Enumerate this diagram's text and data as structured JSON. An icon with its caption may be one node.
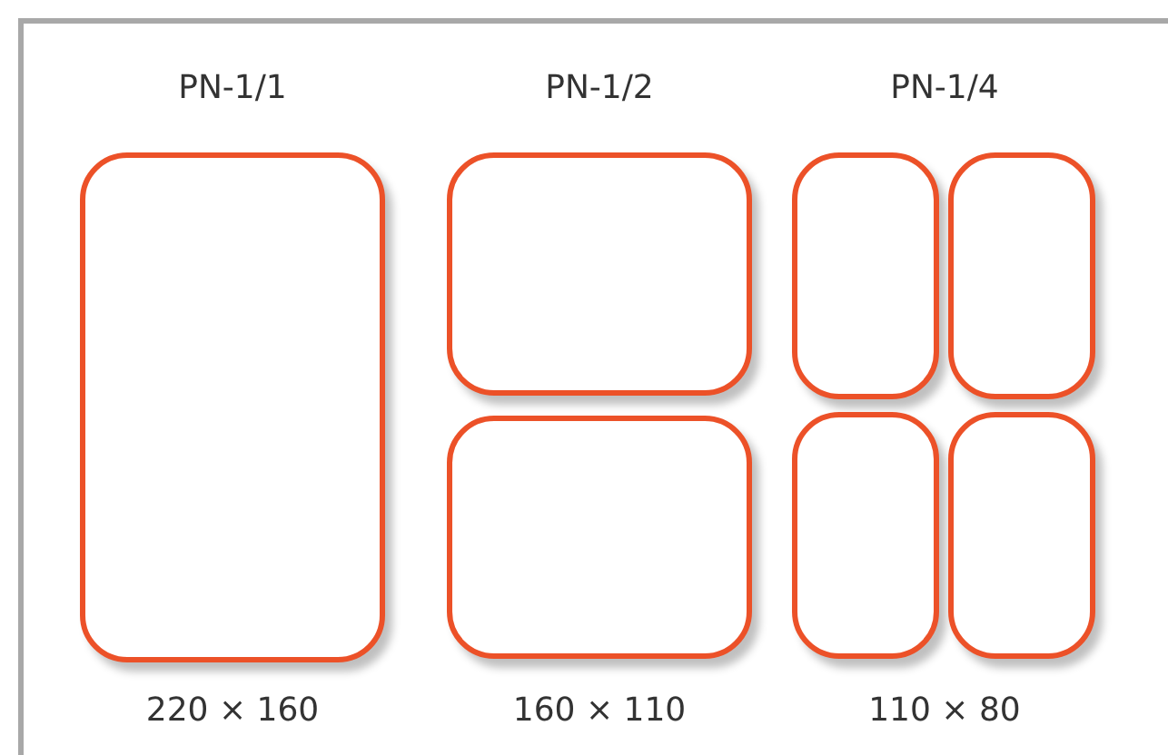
{
  "diagram": {
    "nodes": [
      {
        "text": [],
        "shape": "box"
      },
      {
        "text": [],
        "shape": "box"
      },
      {
        "text": [],
        "shape": "box"
      },
      {
        "text": [],
        "shape": "box"
      },
      {
        "text": [],
        "shape": "box"
      },
      {
        "text": [],
        "shape": "box"
      },
      {
        "text": [],
        "shape": "box"
      }
    ],
    "labels": [
      "PN-1/1",
      "PN-1/2",
      "PN-1/4",
      "220 × 160",
      "160 × 110",
      "110 × 80"
    ]
  }
}
